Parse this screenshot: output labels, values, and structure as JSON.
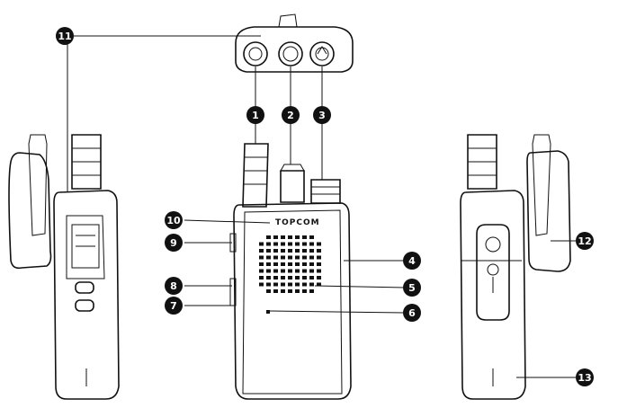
{
  "brand": "TOPCOM",
  "callouts": [
    {
      "id": "c1",
      "label": "1"
    },
    {
      "id": "c2",
      "label": "2"
    },
    {
      "id": "c3",
      "label": "3"
    },
    {
      "id": "c4",
      "label": "4"
    },
    {
      "id": "c5",
      "label": "5"
    },
    {
      "id": "c6",
      "label": "6"
    },
    {
      "id": "c7",
      "label": "7"
    },
    {
      "id": "c8",
      "label": "8"
    },
    {
      "id": "c9",
      "label": "9"
    },
    {
      "id": "c10",
      "label": "10"
    },
    {
      "id": "c11",
      "label": "11"
    },
    {
      "id": "c12",
      "label": "12"
    },
    {
      "id": "c13",
      "label": "13"
    }
  ]
}
